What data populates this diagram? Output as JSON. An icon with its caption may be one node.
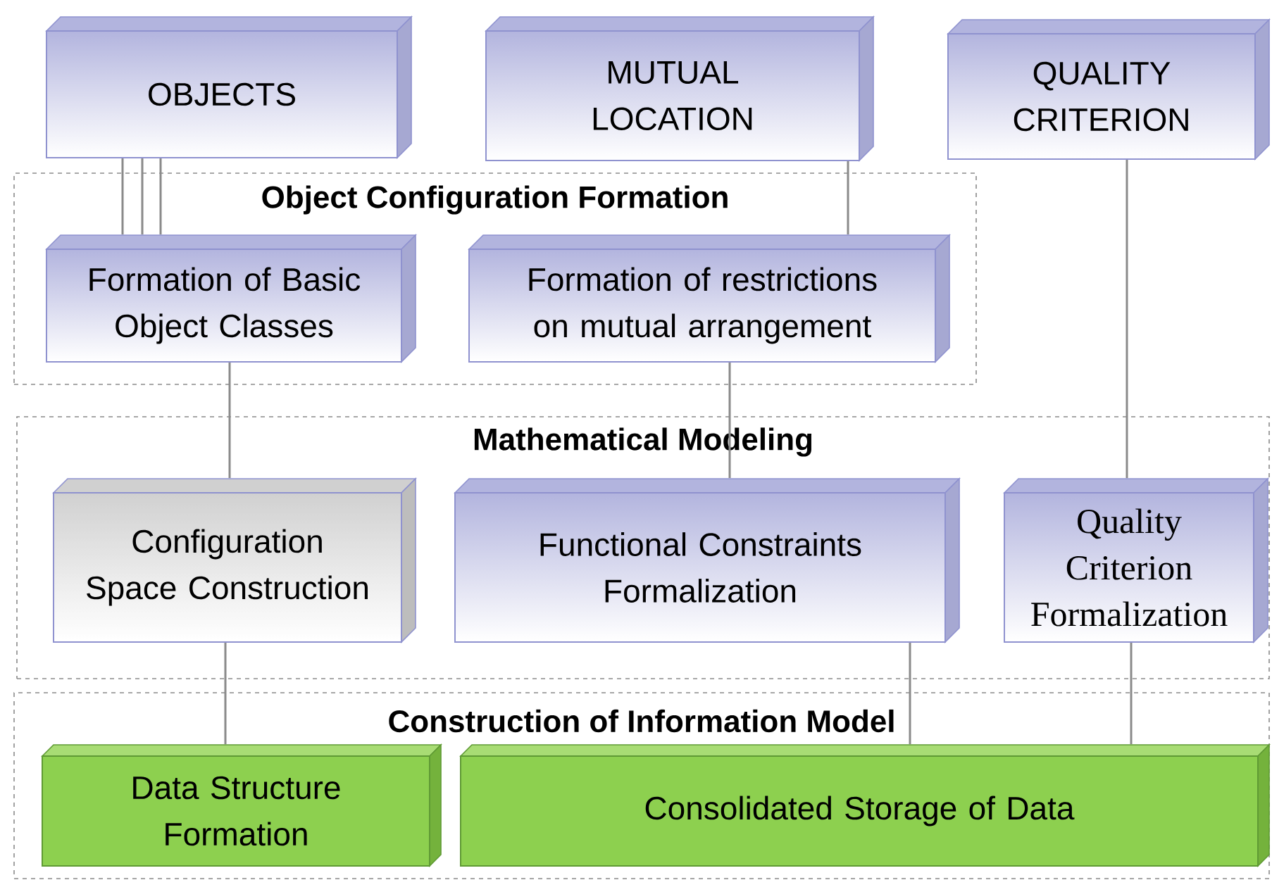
{
  "diagram": {
    "nodes": [
      {
        "text": [
          "OBJECTS"
        ]
      },
      {
        "text": [
          "MUTUAL LOCATION"
        ]
      },
      {
        "text": [
          "QUALITY CRITERION"
        ]
      },
      {
        "text": [
          "Object Configuration Formation"
        ]
      },
      {
        "text": [
          "Formation of Basic Object Classes"
        ],
        "in": 3
      },
      {
        "text": [
          "Formation of restrictions on mutual arrangement"
        ],
        "in": 3
      },
      {
        "text": [
          "Mathematical Modeling"
        ]
      },
      {
        "text": [
          "Configuration Space Construction"
        ],
        "in": 6
      },
      {
        "text": [
          "Functional Constraints Formalization"
        ],
        "in": 6
      },
      {
        "text": [
          "Quality Criterion Formalization"
        ],
        "in": 6
      },
      {
        "text": [
          "Construction of Information Model"
        ]
      },
      {
        "text": [
          "Data Structure Formation"
        ],
        "in": 10
      },
      {
        "text": [
          "Consolidated Storage of Data"
        ],
        "in": 10
      }
    ],
    "edges": [
      {
        "from": 0,
        "to": 4,
        "arrow": "none"
      },
      {
        "from": 0,
        "to": 4,
        "arrow": "none"
      },
      {
        "from": 0,
        "to": 4,
        "arrow": "none"
      },
      {
        "from": 1,
        "to": 5,
        "arrow": "none"
      },
      {
        "from": 2,
        "to": 9,
        "arrow": "none"
      },
      {
        "from": 4,
        "to": 7,
        "arrow": "none"
      },
      {
        "from": 5,
        "to": 8,
        "arrow": "none"
      },
      {
        "from": 7,
        "to": 11,
        "arrow": "none"
      },
      {
        "from": 8,
        "to": 12,
        "arrow": "none"
      },
      {
        "from": 9,
        "to": 12,
        "arrow": "none"
      }
    ]
  }
}
